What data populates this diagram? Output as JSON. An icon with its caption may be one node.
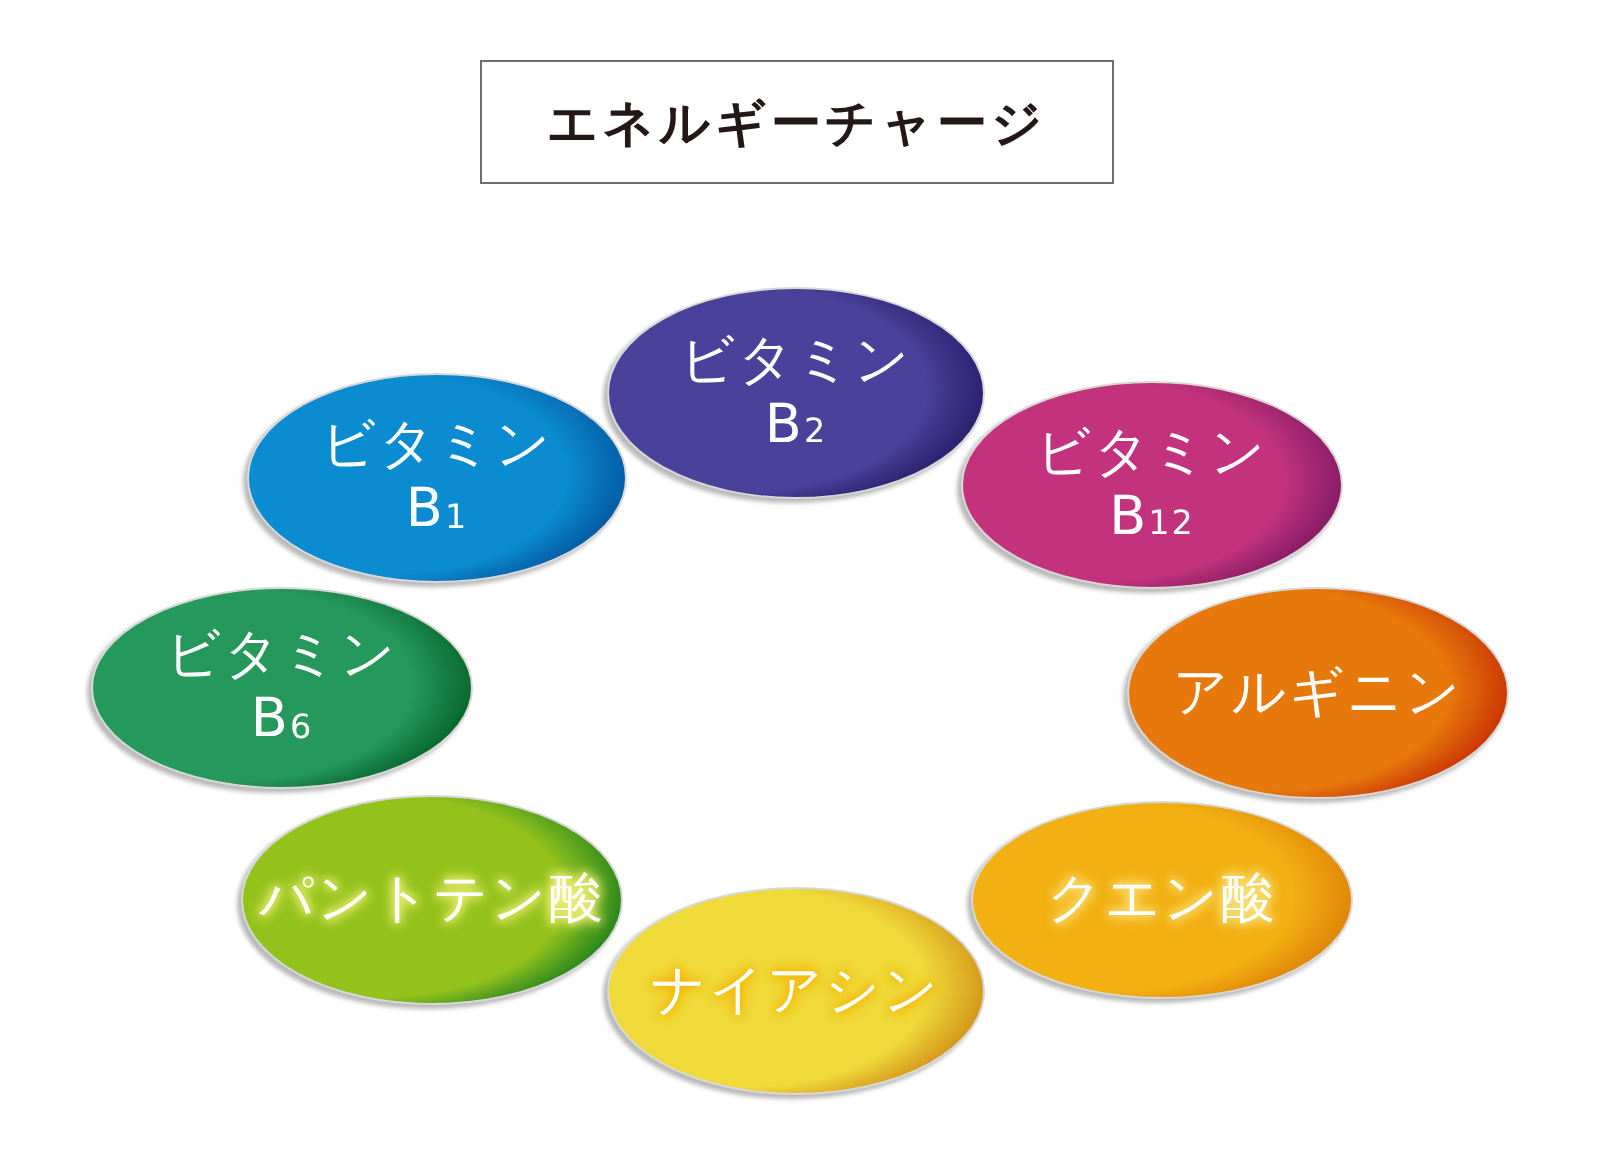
{
  "diagram": {
    "title": "エネルギーチャージ",
    "nodes": [
      {
        "text": [
          "ビタミンB$_{2}$"
        ]
      },
      {
        "text": [
          "ビタミンB$_{1}$"
        ]
      },
      {
        "text": [
          "ビタミンB$_{12}$"
        ]
      },
      {
        "text": [
          "ビタミンB$_{6}$"
        ]
      },
      {
        "text": [
          "アルギニン"
        ]
      },
      {
        "text": [
          "パントテン酸"
        ]
      },
      {
        "text": [
          "クエン酸"
        ]
      },
      {
        "text": [
          "ナイアシン"
        ]
      }
    ]
  }
}
